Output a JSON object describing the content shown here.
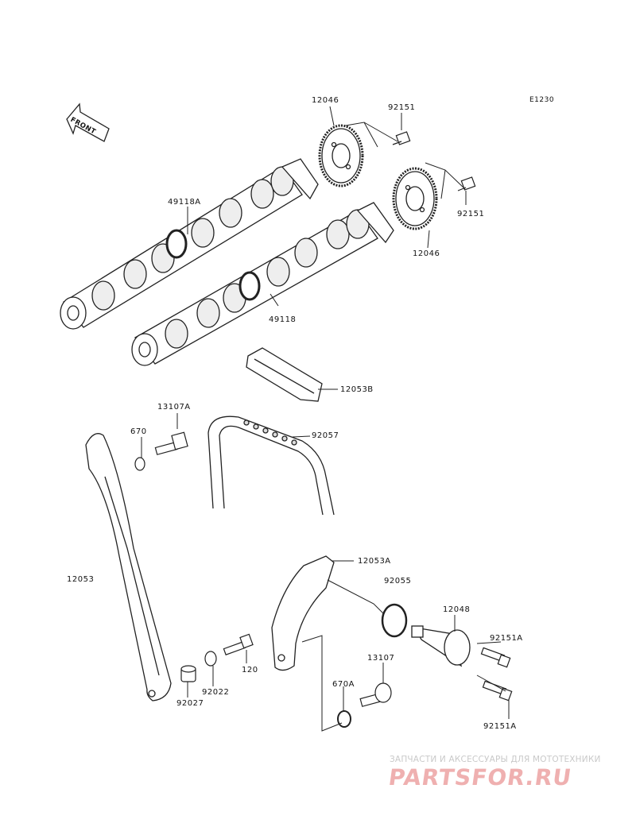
{
  "diagram": {
    "code": "E1230",
    "front_label": "FRONT",
    "callouts": [
      {
        "id": "12046-top",
        "text": "12046"
      },
      {
        "id": "92151-top",
        "text": "92151"
      },
      {
        "id": "49118A",
        "text": "49118A"
      },
      {
        "id": "92151-right",
        "text": "92151"
      },
      {
        "id": "12046-right",
        "text": "12046"
      },
      {
        "id": "49118",
        "text": "49118"
      },
      {
        "id": "12053B",
        "text": "12053B"
      },
      {
        "id": "13107A",
        "text": "13107A"
      },
      {
        "id": "670",
        "text": "670"
      },
      {
        "id": "92057",
        "text": "92057"
      },
      {
        "id": "12053",
        "text": "12053"
      },
      {
        "id": "12053A",
        "text": "12053A"
      },
      {
        "id": "92055",
        "text": "92055"
      },
      {
        "id": "12048",
        "text": "12048"
      },
      {
        "id": "92151A-upper",
        "text": "92151A"
      },
      {
        "id": "13107",
        "text": "13107"
      },
      {
        "id": "120",
        "text": "120"
      },
      {
        "id": "92022",
        "text": "92022"
      },
      {
        "id": "670A",
        "text": "670A"
      },
      {
        "id": "92027",
        "text": "92027"
      },
      {
        "id": "92151A-lower",
        "text": "92151A"
      }
    ]
  },
  "watermark": {
    "tagline": "ЗАПЧАСТИ И АКСЕССУАРЫ ДЛЯ МОТОТЕХНИКИ",
    "logo": "PARTSFOR.RU"
  }
}
